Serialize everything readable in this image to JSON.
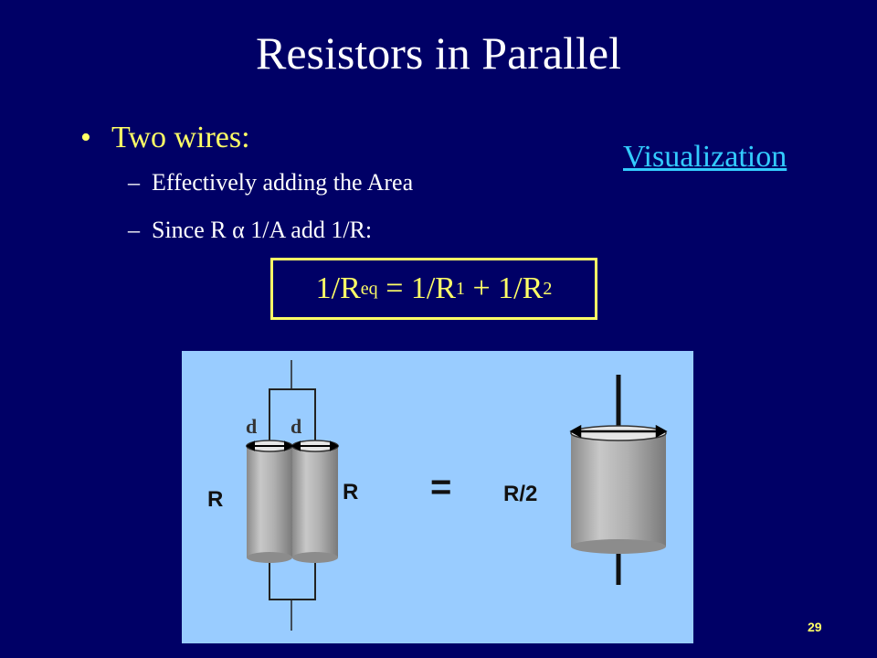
{
  "slide": {
    "title": "Resistors in Parallel",
    "bullet": "Two wires:",
    "sub_items": [
      "Effectively adding the Area",
      "Since R α 1/A add 1/R:"
    ],
    "link": "Visualization",
    "formula": {
      "lhs": "1/R",
      "lhs_sub": "eq",
      "mid1": " = 1/R",
      "sub1": "1",
      "mid2": " + 1/R",
      "sub2": "2"
    },
    "page_number": "29"
  },
  "diagram": {
    "labels": {
      "d_left": "d",
      "d_right": "d",
      "r_left": "R",
      "r_right": "R",
      "equals": "=",
      "r_half": "R/2"
    },
    "colors": {
      "background": "#99ccff",
      "cylinder": "#a8a8a8"
    }
  }
}
